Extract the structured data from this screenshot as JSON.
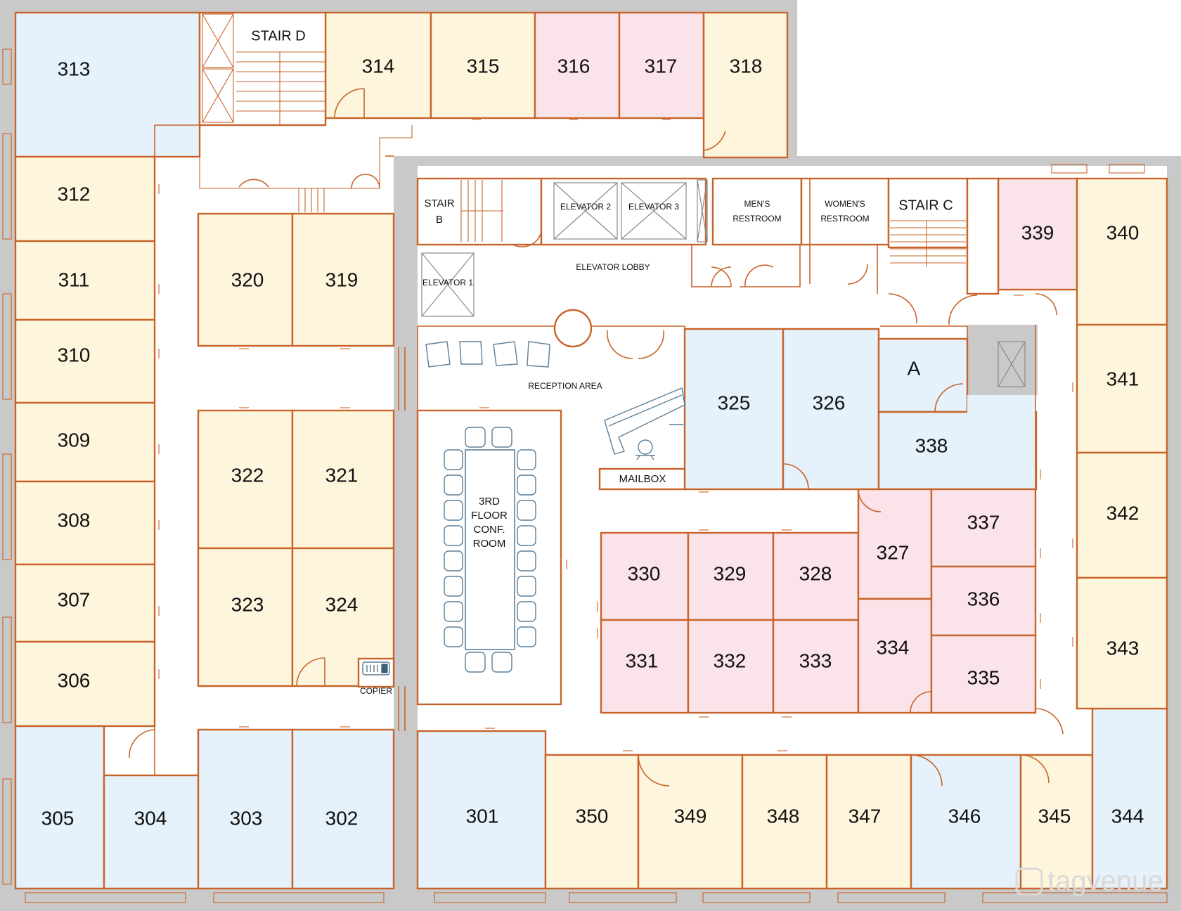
{
  "floor_plan": {
    "colors": {
      "wall_outline": "#c8642a",
      "office_yellow": "#fdf6dc",
      "office_blue": "#e5f1fb",
      "office_pink": "#fbe3ea",
      "structural_gray": "#c9c9c9"
    },
    "rooms": {
      "r301": "301",
      "r302": "302",
      "r303": "303",
      "r304": "304",
      "r305": "305",
      "r306": "306",
      "r307": "307",
      "r308": "308",
      "r309": "309",
      "r310": "310",
      "r311": "311",
      "r312": "312",
      "r313": "313",
      "r314": "314",
      "r315": "315",
      "r316": "316",
      "r317": "317",
      "r318": "318",
      "r319": "319",
      "r320": "320",
      "r321": "321",
      "r322": "322",
      "r323": "323",
      "r324": "324",
      "r325": "325",
      "r326": "326",
      "r327": "327",
      "r328": "328",
      "r329": "329",
      "r330": "330",
      "r331": "331",
      "r332": "332",
      "r333": "333",
      "r334": "334",
      "r335": "335",
      "r336": "336",
      "r337": "337",
      "r338": "338",
      "r339": "339",
      "r340": "340",
      "r341": "341",
      "r342": "342",
      "r343": "343",
      "r344": "344",
      "r345": "345",
      "r346": "346",
      "r347": "347",
      "r348": "348",
      "r349": "349",
      "r350": "350",
      "rA": "A"
    },
    "labels": {
      "stair_d": "STAIR D",
      "stair_b_1": "STAIR",
      "stair_b_2": "B",
      "stair_c": "STAIR C",
      "elevator_1": "ELEVATOR 1",
      "elevator_2": "ELEVATOR 2",
      "elevator_3": "ELEVATOR 3",
      "mens_1": "MEN'S",
      "mens_2": "RESTROOM",
      "womens_1": "WOMEN'S",
      "womens_2": "RESTROOM",
      "elevator_lobby": "ELEVATOR LOBBY",
      "reception_area": "RECEPTION AREA",
      "mailbox": "MAILBOX",
      "copier": "COPIER",
      "conf_1": "3RD",
      "conf_2": "FLOOR",
      "conf_3": "CONF.",
      "conf_4": "ROOM"
    },
    "watermark": "tagvenue"
  }
}
